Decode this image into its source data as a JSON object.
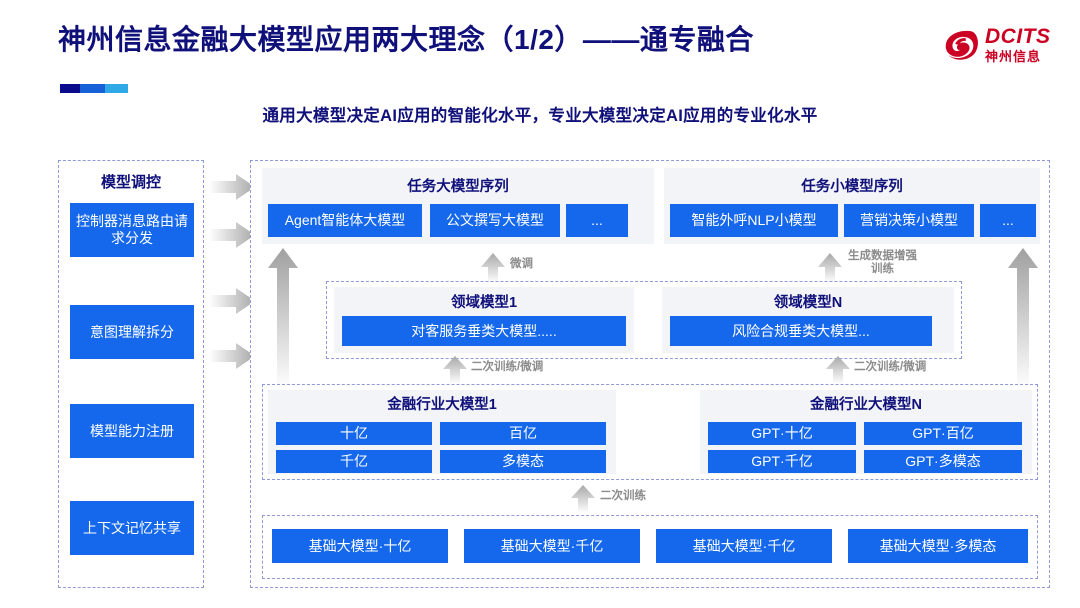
{
  "header": {
    "title": "神州信息金融大模型应用两大理念（1/2）——通专融合",
    "subtitle": "通用大模型决定AI应用的智能化水平，专业大模型决定AI应用的专业化水平",
    "logo_en": "DCITS",
    "logo_cn": "神州信息",
    "accent_navy": "#10107a",
    "accent_blue": "#1568ec",
    "accent_red": "#cc0022"
  },
  "left_rail": {
    "title": "模型调控",
    "items": [
      {
        "label": "控制器消息路由请求分发"
      },
      {
        "label": "意图理解拆分"
      },
      {
        "label": "模型能力注册"
      },
      {
        "label": "上下文记忆共享"
      }
    ]
  },
  "task_large": {
    "title": "任务大模型序列",
    "chips": [
      "Agent智能体大模型",
      "公文撰写大模型",
      "..."
    ]
  },
  "task_small": {
    "title": "任务小模型序列",
    "chips": [
      "智能外呼NLP小模型",
      "营销决策小模型",
      "..."
    ]
  },
  "domain_layer": {
    "groups": [
      {
        "title": "领域模型1",
        "chip": "对客服务垂类大模型....."
      },
      {
        "title": "领域模型N",
        "chip": "风险合规垂类大模型..."
      }
    ]
  },
  "industry_layer": {
    "groups": [
      {
        "title": "金融行业大模型1",
        "chips": [
          "十亿",
          "百亿",
          "千亿",
          "多模态"
        ]
      },
      {
        "title": "金融行业大模型N",
        "chips": [
          "GPT·十亿",
          "GPT·百亿",
          "GPT·千亿",
          "GPT·多模态"
        ]
      }
    ]
  },
  "foundation_layer": {
    "chips": [
      "基础大模型·十亿",
      "基础大模型·千亿",
      "基础大模型·千亿",
      "基础大模型·多模态"
    ]
  },
  "flow_labels": {
    "fine_tune": "微调",
    "data_aug_line1": "生成数据增强",
    "data_aug_line2": "训练",
    "retrain_finetune_left": "二次训练/微调",
    "retrain_finetune_right": "二次训练/微调",
    "retrain": "二次训练"
  }
}
